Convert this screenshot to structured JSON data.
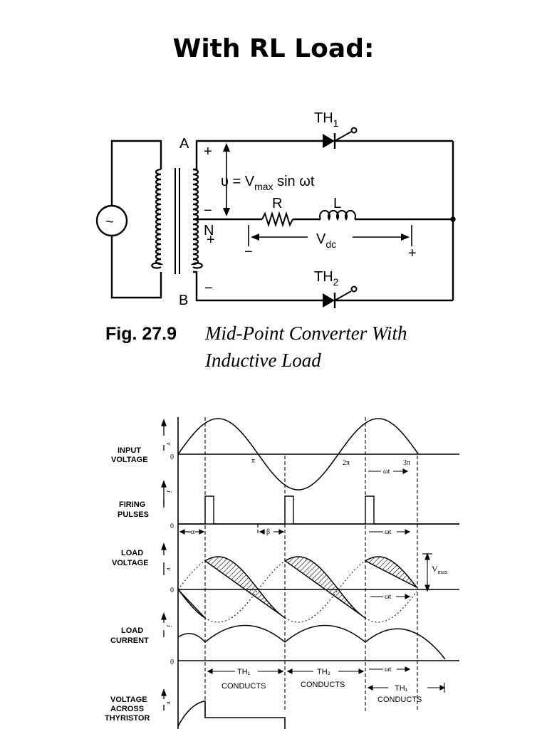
{
  "slide": {
    "title": "With RL Load:"
  },
  "circuit": {
    "source_symbol": "~",
    "terminal_a": "A",
    "terminal_b": "B",
    "terminal_n": "N",
    "plus": "+",
    "minus": "−",
    "voltage_eq_prefix": "υ = V",
    "voltage_eq_sub": "max",
    "voltage_eq_suffix": " sin ωt",
    "resistor": "R",
    "inductor": "L",
    "vdc_main": "V",
    "vdc_sub": "dc",
    "th1_main": "TH",
    "th1_sub": "1",
    "th2_main": "TH",
    "th2_sub": "2"
  },
  "figure": {
    "number": "Fig. 27.9",
    "caption_line1": "Mid-Point Converter With",
    "caption_line2": "Inductive Load"
  },
  "waveforms": {
    "input_label": [
      "INPUT",
      "VOLTAGE"
    ],
    "firing_label": [
      "FIRING",
      "PULSES"
    ],
    "load_voltage_label": [
      "LOAD",
      "VOLTAGE"
    ],
    "load_current_label": [
      "LOAD",
      "CURRENT"
    ],
    "thyristor_label": [
      "VOLTAGE",
      "ACROSS",
      "THYRISTOR"
    ],
    "zero": "0",
    "pi": "π",
    "two_pi": "2π",
    "three_pi": "3π",
    "omega_t": "ωt",
    "alpha": "α",
    "beta": "β",
    "vmax_main": "V",
    "vmax_sub": "max",
    "th1_conducts": [
      "TH₁",
      "CONDUCTS"
    ],
    "th2_conducts": [
      "TH₂",
      "CONDUCTS"
    ],
    "th1_conducts_b": [
      "TH₁",
      "CONDUCTS"
    ]
  }
}
